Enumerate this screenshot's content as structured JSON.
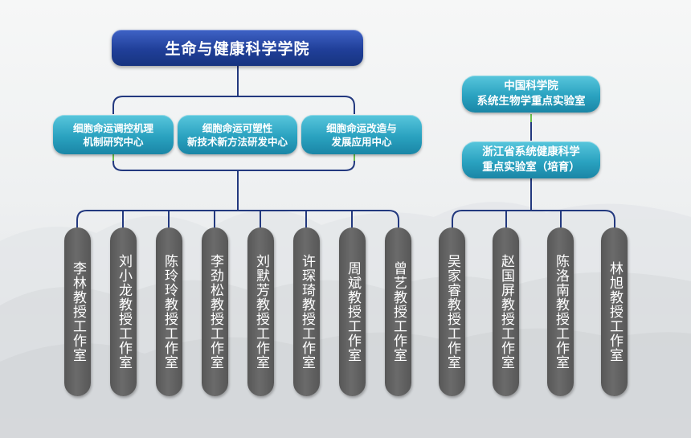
{
  "root": {
    "label": "生命与健康科学学院"
  },
  "centers": [
    {
      "line1": "细胞命运调控机理",
      "line2": "机制研究中心"
    },
    {
      "line1": "细胞命运可塑性",
      "line2": "新技术新方法研发中心"
    },
    {
      "line1": "细胞命运改造与",
      "line2": "发展应用中心"
    }
  ],
  "labs": [
    {
      "line1": "中国科学院",
      "line2": "系统生物学重点实验室"
    },
    {
      "line1": "浙江省系统健康科学",
      "line2": "重点实验室（培育）"
    }
  ],
  "studios_left": [
    {
      "label": "李林教授工作室"
    },
    {
      "label": "刘小龙教授工作室"
    },
    {
      "label": "陈玲玲教授工作室"
    },
    {
      "label": "李劲松教授工作室"
    },
    {
      "label": "刘默芳教授工作室"
    },
    {
      "label": "许琛琦教授工作室"
    },
    {
      "label": "周斌教授工作室"
    },
    {
      "label": "曾艺教授工作室"
    }
  ],
  "studios_right": [
    {
      "label": "吴家睿教授工作室"
    },
    {
      "label": "赵国屏教授工作室"
    },
    {
      "label": "陈洛南教授工作室"
    },
    {
      "label": "林旭教授工作室"
    }
  ],
  "colors": {
    "root": "#203f99",
    "node": "#2aa2c0",
    "studio": "#5f5f5f",
    "connector": "#23397f",
    "accent_green": "#6cc14c"
  }
}
